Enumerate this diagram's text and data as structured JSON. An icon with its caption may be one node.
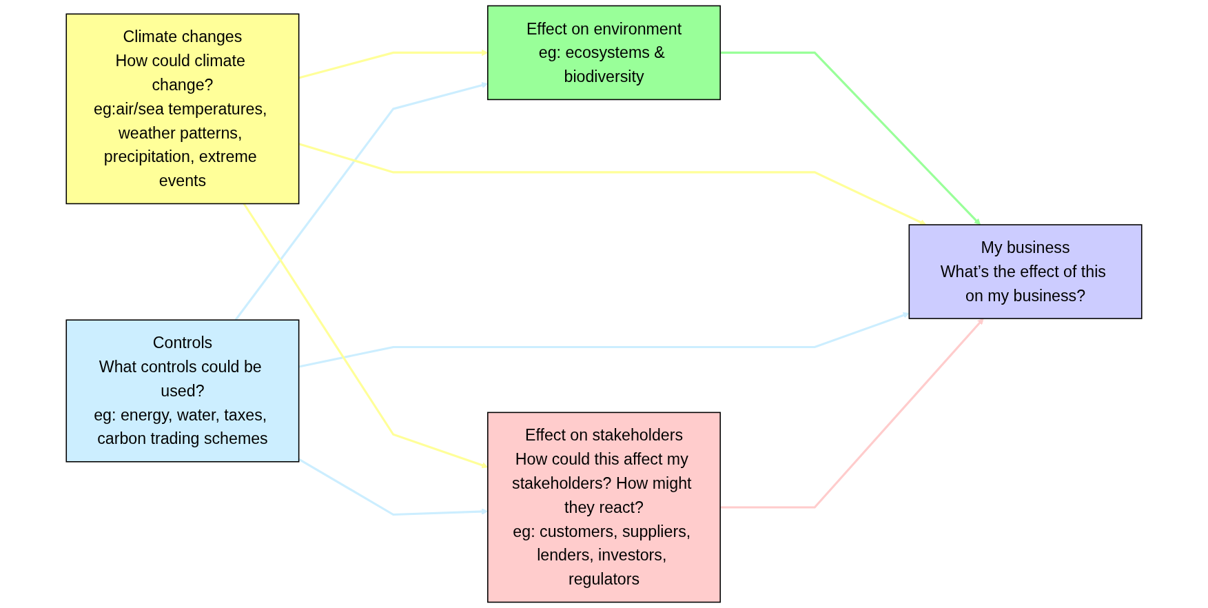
{
  "diagram": {
    "nodes": [
      {
        "text": [
          "Climate changes",
          "How could climate change?",
          "eg:air/sea temperatures, weather patterns, precipitation, extreme events"
        ]
      },
      {
        "text": [
          "Effect on environment",
          "eg: ecosystems & biodiversity"
        ]
      },
      {
        "text": [
          "My business",
          "What’s the effect of this on my business?"
        ]
      },
      {
        "text": [
          "Controls",
          "What controls could be used?",
          "eg: energy, water, taxes, carbon trading schemes"
        ]
      },
      {
        "text": [
          "Effect on stakeholders",
          "How could this affect my stakeholders? How might they react?",
          "eg: customers, suppliers, lenders, investors, regulators"
        ]
      }
    ],
    "edges": [
      {
        "from": 0,
        "to": 1,
        "arrow": "to",
        "color": "#ffff99"
      },
      {
        "from": 3,
        "to": 1,
        "arrow": "to",
        "color": "#cceeff"
      },
      {
        "from": 1,
        "to": 2,
        "arrow": "to",
        "color": "#99ff99"
      },
      {
        "from": 0,
        "to": 2,
        "arrow": "to",
        "color": "#ffff99"
      },
      {
        "from": 3,
        "to": 2,
        "arrow": "to",
        "color": "#cceeff"
      },
      {
        "from": 4,
        "to": 2,
        "arrow": "to",
        "color": "#ffcccc"
      },
      {
        "from": 0,
        "to": 4,
        "arrow": "to",
        "color": "#ffff99"
      },
      {
        "from": 3,
        "to": 4,
        "arrow": "to",
        "color": "#cceeff"
      }
    ]
  }
}
